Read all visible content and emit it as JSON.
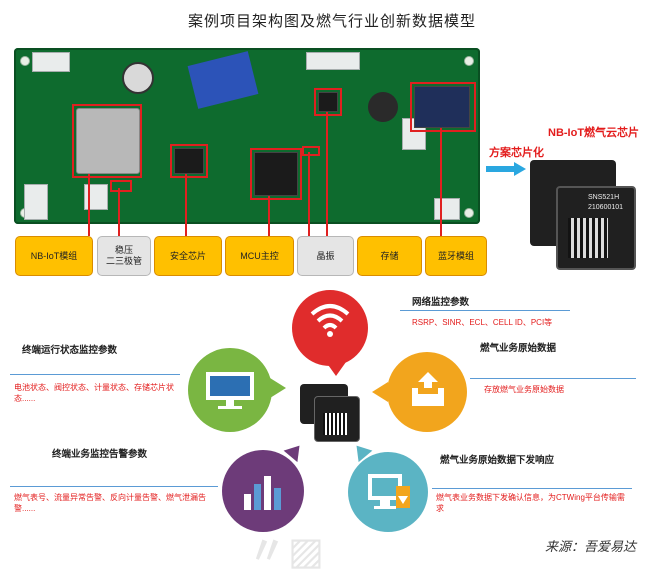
{
  "title": "案例项目架构图及燃气行业创新数据模型",
  "pcb_labels": [
    {
      "id": "nbiot",
      "text": "NB-IoT模组"
    },
    {
      "id": "diode",
      "text": "稳压\n二三极管"
    },
    {
      "id": "security",
      "text": "安全芯片"
    },
    {
      "id": "mcu",
      "text": "MCU主控"
    },
    {
      "id": "crystal",
      "text": "晶振"
    },
    {
      "id": "storage",
      "text": "存储"
    },
    {
      "id": "bluetooth",
      "text": "蓝牙模组"
    }
  ],
  "callouts": {
    "chip_name": "NB-IoT燃气云芯片",
    "solution": "方案芯片化",
    "chip_marking_1": "SNS521H",
    "chip_marking_2": "210600101"
  },
  "model": {
    "network": {
      "heading": "网络监控参数",
      "detail": "RSRP、SINR、ECL、CELL ID、PCI等"
    },
    "terminal_status": {
      "heading": "终端运行状态监控参数",
      "detail": "电池状态、阀控状态、计量状态、存储芯片状态......"
    },
    "gas_raw": {
      "heading": "燃气业务原始数据",
      "detail": "存放燃气业务原始数据"
    },
    "terminal_alarm": {
      "heading": "终端业务监控告警参数",
      "detail": "燃气表号、流量异常告警、反向计量告警、燃气泄漏告警......"
    },
    "gas_downlink": {
      "heading": "燃气业务原始数据下发响应",
      "detail": "燃气表业务数据下发确认信息，为CTWing平台传输需求"
    }
  },
  "colors": {
    "red": "#e31c1c",
    "green": "#7ab642",
    "purple": "#6d3b79",
    "orange": "#f2a51d",
    "teal": "#5bb4c4",
    "tag_yellow": "#ffc000",
    "pcb": "#0e6b2e"
  },
  "icons": [
    "wifi-icon",
    "monitor-icon",
    "bar-chart-icon",
    "inbox-upload-icon",
    "computer-download-icon",
    "chip-icon",
    "arrow-right-icon"
  ],
  "source": "来源：吾爱易达"
}
